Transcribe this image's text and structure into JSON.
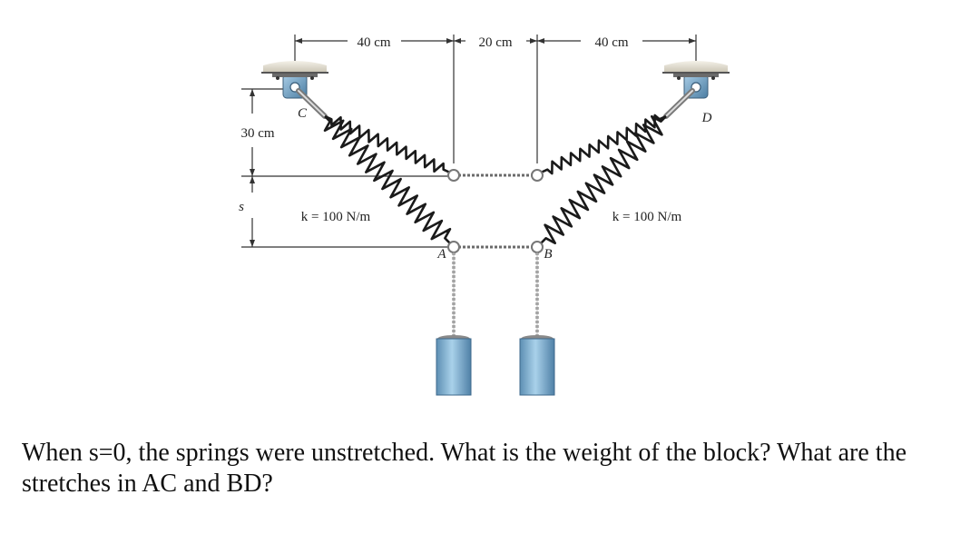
{
  "figure": {
    "dimensions": {
      "top_left": "40 cm",
      "top_middle": "20 cm",
      "top_right": "40 cm",
      "left_height": "30 cm",
      "left_s": "s"
    },
    "points": {
      "c": "C",
      "d": "D",
      "a": "A",
      "b": "B"
    },
    "springs": {
      "left_k": "k = 100 N/m",
      "right_k": "k = 100 N/m"
    }
  },
  "question": "When s=0, the springs were unstretched. What is the weight of the block? What are the stretches in AC and BD?"
}
